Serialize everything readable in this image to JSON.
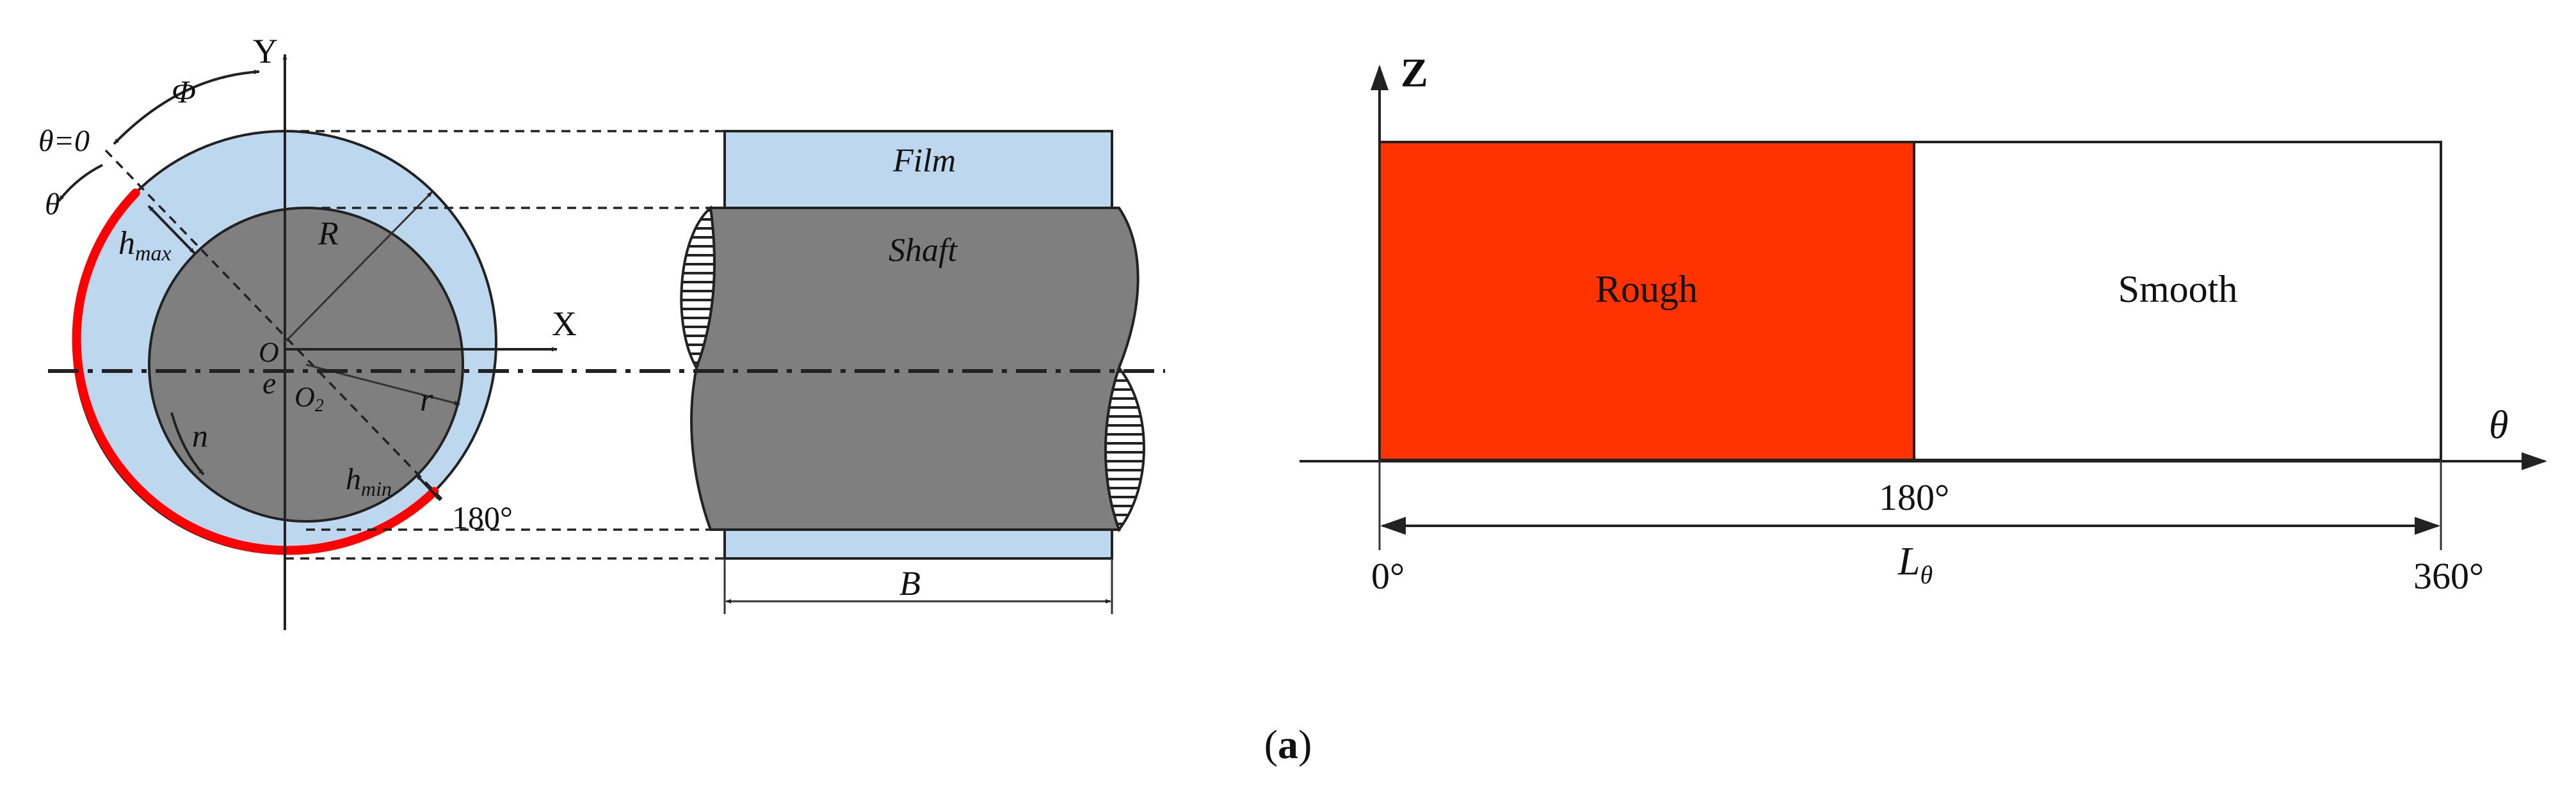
{
  "colors": {
    "film": "#bdd7ee",
    "shaft": "#7f7f7f",
    "rough": "#ff3300",
    "smooth": "#ffffff",
    "rough_arc": "#ff0000",
    "line": "#222222"
  },
  "left_diagram": {
    "axis_y": "Y",
    "axis_x": "X",
    "phi": "Φ",
    "theta_zero": "θ=0",
    "theta": "θ",
    "h_max": {
      "base": "h",
      "sub": "max"
    },
    "h_min": {
      "base": "h",
      "sub": "min"
    },
    "R": "R",
    "r": "r",
    "e": "e",
    "O": "O",
    "O2": {
      "base": "O",
      "sub": "2"
    },
    "n": "n",
    "angle_180": "180°"
  },
  "middle_diagram": {
    "film_label": "Film",
    "shaft_label": "Shaft",
    "width_label": "B"
  },
  "right_diagram": {
    "axis_z": "Z",
    "axis_theta": "θ",
    "rough_label": "Rough",
    "smooth_label": "Smooth",
    "tick_0": "0°",
    "tick_180": "180°",
    "tick_360": "360°",
    "length_label": {
      "base": "L",
      "sub": "θ"
    }
  },
  "caption": {
    "open": "(",
    "letter": "a",
    "close": ")"
  }
}
